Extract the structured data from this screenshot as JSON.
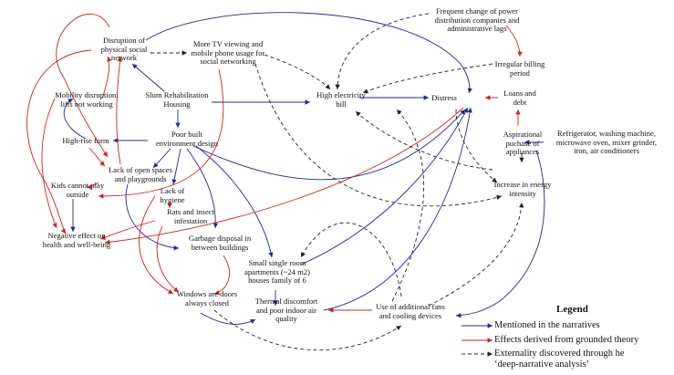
{
  "nodes": {
    "frequent_change": "Frequent change of power\ndistribution companies and\nadministrative lags",
    "disruption_social": "Disruption of\nphysical social\nnetwork",
    "tv_viewing": "More TV viewing and\nmobile phone usage for\nsocial networking",
    "irregular_billing": "Irregular billing\nperiod",
    "mobility_disruption": "Mobility disruption:\nlifts not working",
    "slum_rehab": "Slum Rehabilitation\nHousing",
    "high_electricity": "High electricity\nbill",
    "distress": "Distress",
    "loans": "Loans and\ndebt",
    "high_rise": "High-rise form",
    "poor_built": "Poor built\nenvironment design",
    "aspirational": "Aspirational\npuchase of\nappliances",
    "appliances": "Refrigerator, washing machine,\nmicrowave oven, mixer grinder,\niron, air conditioners",
    "open_spaces": "Lack of open spaces\nand playgrounds",
    "kids": "Kids cannot play\noutside",
    "lack_hygiene": "Lack of\nhygiene",
    "rats": "Rats and insect\ninfestation",
    "energy_intensity": "Increase in energy\nintensity",
    "garbage": "Garbage disposal in\nbetween buildings",
    "negative_health": "Negative effect on\nhealth and well-being",
    "small_rooms": "Small single room\napartments (~24 m2)\nhouses family of 6",
    "windows": "Windows are doors\nalways closed",
    "thermal": "Thermal discomfort\nand poor indoor air\nquality",
    "fans": "Use of additional fans\nand cooling devices"
  },
  "legend": {
    "title": "Legend",
    "items": [
      {
        "label": "Mentioned in the narratives",
        "color": "#1f2a8c",
        "style": "solid"
      },
      {
        "label": "Effects derived from grounded theory",
        "color": "#d11f1f",
        "style": "solid"
      },
      {
        "label": "Externality discovered through he\n‘deep-narrative analysis’",
        "color": "#222222",
        "style": "dashed"
      }
    ]
  },
  "colors": {
    "blue": "#1f2a8c",
    "red": "#d11f1f",
    "dashed": "#222222"
  }
}
